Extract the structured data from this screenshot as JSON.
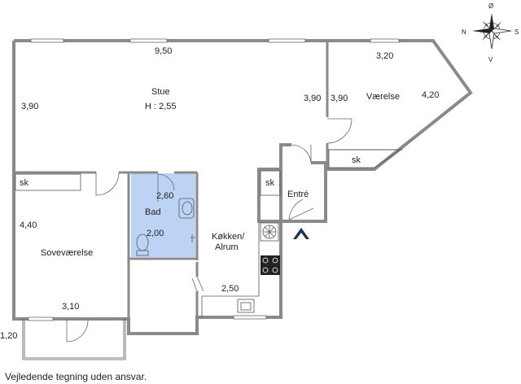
{
  "compass": {
    "north": "Ø",
    "west": "N",
    "east": "S",
    "south": "V"
  },
  "rooms": {
    "stue": {
      "name": "Stue",
      "height": "H : 2,55",
      "dim_top": "9,50",
      "dim_left": "3,90",
      "dim_right": "3,90"
    },
    "vaerelse": {
      "name": "Værelse",
      "dim_top": "3,20",
      "dim_left": "3,90",
      "dim_right": "4,20",
      "closet": "sk"
    },
    "sovevaerelse": {
      "name": "Soveværelse",
      "dim_side": "4,40",
      "dim_bottom": "3,10",
      "closet": "sk"
    },
    "bad": {
      "name": "Bad",
      "dim_top": "2,60",
      "dim_bottom": "2,00"
    },
    "entre": {
      "name": "Entré",
      "closet": "sk"
    },
    "koekken": {
      "name_line1": "Køkken/",
      "name_line2": "Alrum",
      "dim": "2,50"
    },
    "altan": {
      "dim": "1,20"
    }
  },
  "colors": {
    "bathroom": "#bcd3f5",
    "walls": "#8a8a8a",
    "entrance_arrow": "#1e3550"
  },
  "disclaimer": "Vejledende tegning uden ansvar."
}
